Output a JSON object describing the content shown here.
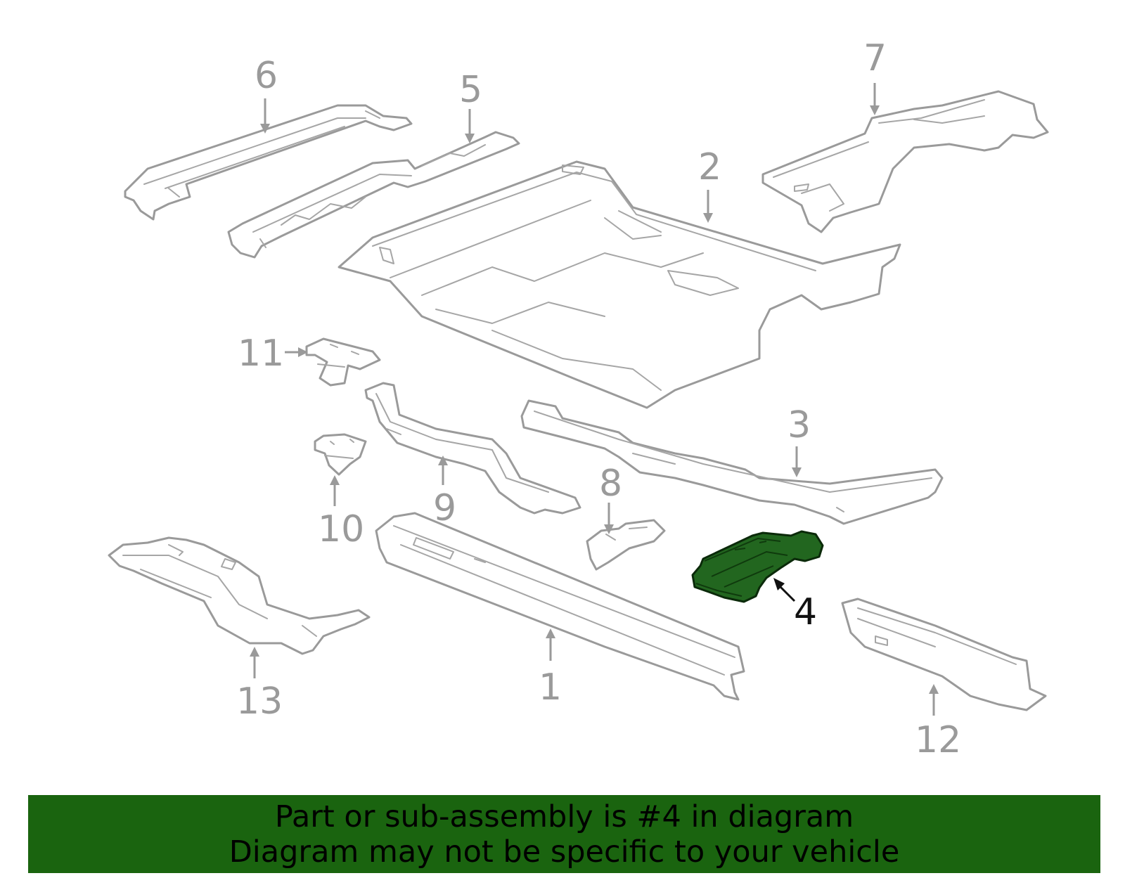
{
  "callouts": [
    {
      "id": "1",
      "label": "1",
      "highlighted": false
    },
    {
      "id": "2",
      "label": "2",
      "highlighted": false
    },
    {
      "id": "3",
      "label": "3",
      "highlighted": false
    },
    {
      "id": "4",
      "label": "4",
      "highlighted": true
    },
    {
      "id": "5",
      "label": "5",
      "highlighted": false
    },
    {
      "id": "6",
      "label": "6",
      "highlighted": false
    },
    {
      "id": "7",
      "label": "7",
      "highlighted": false
    },
    {
      "id": "8",
      "label": "8",
      "highlighted": false
    },
    {
      "id": "9",
      "label": "9",
      "highlighted": false
    },
    {
      "id": "10",
      "label": "10",
      "highlighted": false
    },
    {
      "id": "11",
      "label": "11",
      "highlighted": false
    },
    {
      "id": "12",
      "label": "12",
      "highlighted": false
    },
    {
      "id": "13",
      "label": "13",
      "highlighted": false
    }
  ],
  "colors": {
    "part_outline": "#9a9a9a",
    "highlight_part": "#22661f",
    "banner_background": "#1a640f",
    "banner_text": "#000000"
  },
  "banner": {
    "line1": "Part or sub-assembly is #4 in diagram",
    "line2": "Diagram may not be specific to your vehicle"
  }
}
